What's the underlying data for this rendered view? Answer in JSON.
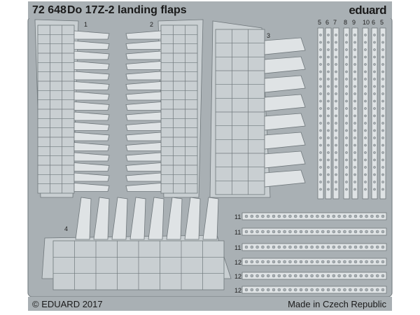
{
  "header": {
    "code": "72 648",
    "title": "Do 17Z-2 landing flaps",
    "brand": "eduard"
  },
  "footer": {
    "copyright": "© EDUARD 2017",
    "origin": "Made in Czech Republic"
  },
  "part_numbers": {
    "p1": "1",
    "p2": "2",
    "p3": "3",
    "p4": "4",
    "r11a": "11",
    "r11b": "11",
    "r11c": "11",
    "r12a": "12",
    "r12b": "12",
    "r12c": "12",
    "s5a": "5",
    "s6a": "6",
    "s7": "7",
    "s8": "8",
    "s9": "9",
    "s10": "10",
    "s6b": "6",
    "s5b": "5"
  },
  "colors": {
    "fret": "#a9b0b4",
    "fret_edge": "#7d8589",
    "part": "#c9cfd2",
    "part_light": "#dfe3e5",
    "line": "#6f777b"
  }
}
